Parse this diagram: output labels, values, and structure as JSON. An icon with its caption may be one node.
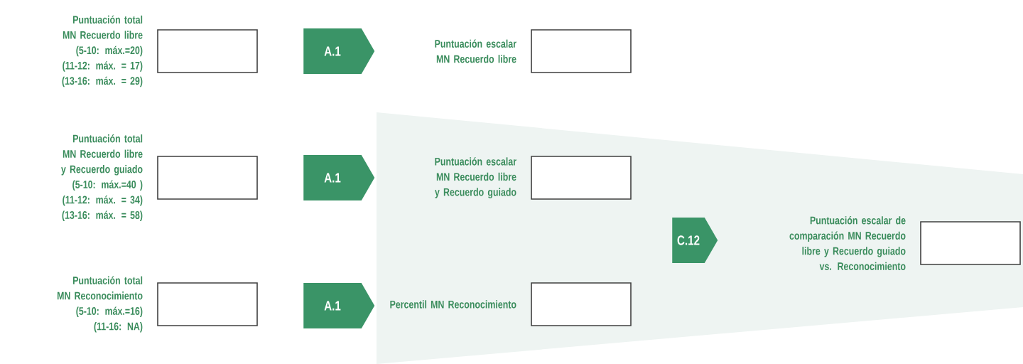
{
  "diagram": {
    "nodes": [
      {
        "text": [],
        "shape": "box",
        "beside": [
          "Puntuación total MN Recuerdo libre",
          "(5-10: máx.=20)",
          "(11-12: máx. = 17)",
          "(13-16: máx. = 29)"
        ]
      },
      {
        "text": [
          "A.1"
        ]
      },
      {
        "text": [],
        "shape": "box",
        "beside": [
          "Puntuación escalar MN Recuerdo libre"
        ]
      },
      {
        "text": [],
        "shape": "box",
        "beside": [
          "Puntuación total MN Recuerdo libre y Recuerdo guiado",
          "(5-10: máx.=40 )",
          "(11-12: máx. = 34)",
          "(13-16: máx. = 58)"
        ]
      },
      {
        "text": [
          "A.1"
        ]
      },
      {
        "text": [],
        "shape": "box",
        "beside": [
          "Puntuación escalar MN Recuerdo libre y Recuerdo guiado"
        ]
      },
      {
        "text": [],
        "shape": "box",
        "beside": [
          "Puntuación total MN Reconocimiento",
          "(5-10: máx.=16)",
          "(11-16: NA)"
        ]
      },
      {
        "text": [
          "A.1"
        ]
      },
      {
        "text": [],
        "shape": "box",
        "beside": [
          "Percentil MN Reconocimiento"
        ]
      },
      {
        "text": [
          "C.12"
        ]
      },
      {
        "text": [],
        "shape": "box",
        "beside": [
          "Puntuación escalar de comparación MN Recuerdo libre y Recuerdo guiado vs. Reconocimiento"
        ]
      }
    ]
  }
}
